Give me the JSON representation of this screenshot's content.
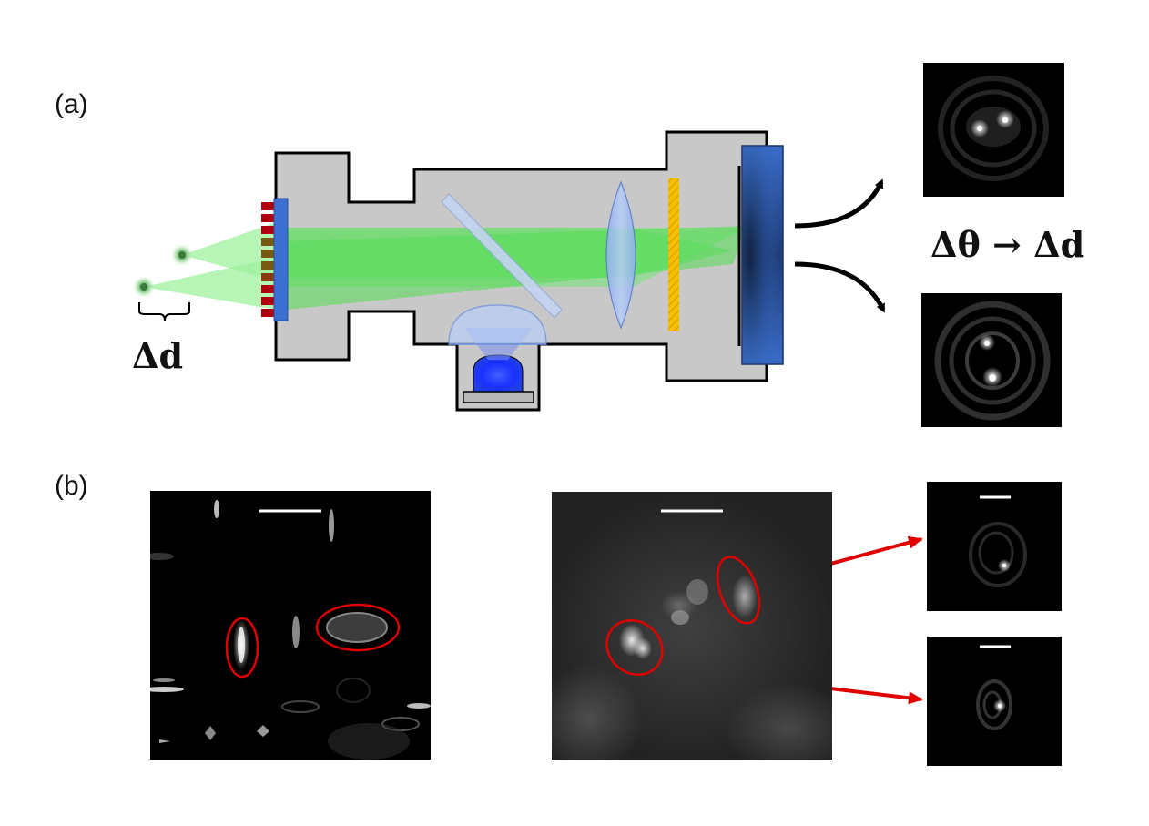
{
  "panel_a": {
    "label": "(a)",
    "delta_d_label": "Δd",
    "mapping_label": "Δθ → Δd"
  },
  "panel_b": {
    "label": "(b)"
  },
  "colors": {
    "housing": "#c8c8c8",
    "beam": "#40e840",
    "beam_light": "#7ef07e",
    "slm_blue": "#3b6fd0",
    "sensor_blue": "#2a5fb8",
    "led_blue": "#1030ff",
    "grating_red": "#b00010",
    "filter_yellow": "#f5c000",
    "annotation_red": "#e00000"
  }
}
